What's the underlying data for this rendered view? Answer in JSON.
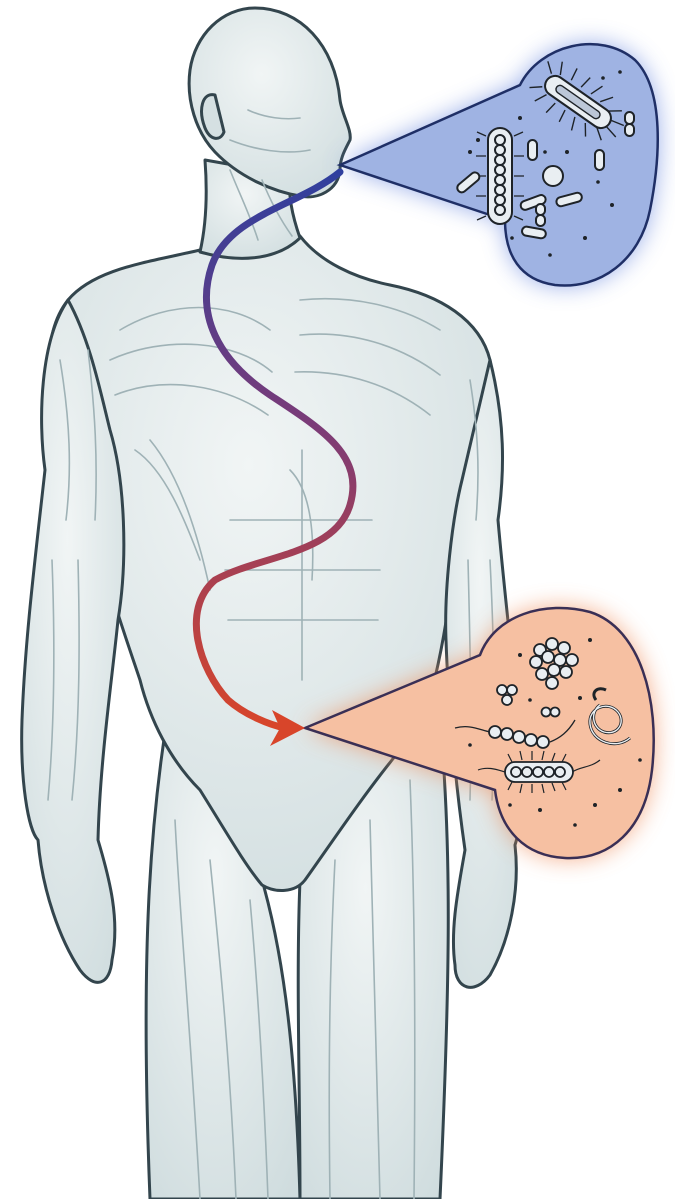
{
  "figure": {
    "subject": "human-body-microbiome-illustration",
    "colors": {
      "background": "#ffffff",
      "body_fill": "#dde7e8",
      "body_light": "#eef3f3",
      "muscle_line": "#9fb2b6",
      "outline": "#33454d",
      "oral_callout_fill": "#9fb3e3",
      "oral_callout_glow": "#6f8de0",
      "oral_callout_stroke": "#1f2f66",
      "gut_callout_fill": "#f6c0a2",
      "gut_callout_glow": "#f08e5c",
      "gut_callout_stroke": "#3a2f55",
      "path_start": "#2f3f9e",
      "path_middle": "#7a3b78",
      "path_end": "#d8452a",
      "microbe_fill": "#e9eef2",
      "microbe_stroke": "#1e2328"
    },
    "callouts": [
      {
        "name": "oral-microbiome",
        "microbe_icons": [
          "rod-bacterium-icon",
          "flagellated-bacterium-icon",
          "bacillus-chain-icon",
          "coccus-icon",
          "diplobacillus-icon"
        ]
      },
      {
        "name": "gut-microbiome",
        "microbe_icons": [
          "coccus-cluster-icon",
          "streptococcus-chain-icon",
          "spirochete-icon",
          "flagellated-rod-icon",
          "diplococcus-icon"
        ]
      }
    ],
    "pathway": {
      "name": "mouth-to-gut-pathway",
      "arrowhead": "arrow-icon"
    }
  }
}
